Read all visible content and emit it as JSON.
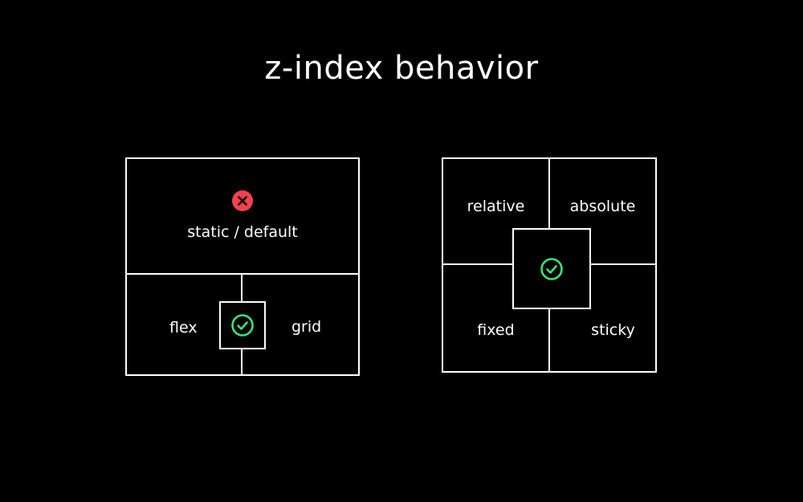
{
  "title": "z-index behavior",
  "left_diagram": {
    "top_label": "static / default",
    "top_icon": "x-circle-icon",
    "bottom_left_label": "flex",
    "bottom_right_label": "grid",
    "center_icon": "check-circle-icon"
  },
  "right_diagram": {
    "top_left_label": "relative",
    "top_right_label": "absolute",
    "bottom_left_label": "fixed",
    "bottom_right_label": "sticky",
    "center_icon": "check-circle-icon"
  },
  "colors": {
    "background": "#000000",
    "lines": "#ffffff",
    "error": "#f0434b",
    "success": "#3fe07a"
  }
}
